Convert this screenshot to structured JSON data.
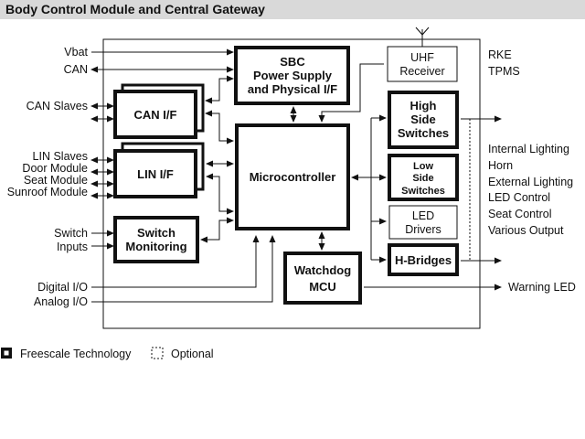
{
  "title": "Body Control Module and Central Gateway",
  "inputs": {
    "vbat": "Vbat",
    "can": "CAN",
    "can_slaves": "CAN Slaves",
    "lin_slaves": "LIN Slaves",
    "door_module": "Door Module",
    "seat_module": "Seat Module",
    "sunroof_module": "Sunroof Module",
    "switch": "Switch",
    "inputs": "Inputs",
    "digital_io": "Digital I/O",
    "analog_io": "Analog I/O"
  },
  "blocks": {
    "sbc": [
      "SBC",
      "Power Supply",
      "and Physical I/F"
    ],
    "can_if": "CAN I/F",
    "lin_if": "LIN I/F",
    "switch_monitoring": [
      "Switch",
      "Monitoring"
    ],
    "microcontroller": "Microcontroller",
    "watchdog": [
      "Watchdog",
      "MCU"
    ],
    "uhf": [
      "UHF",
      "Receiver"
    ],
    "high_side": [
      "High",
      "Side",
      "Switches"
    ],
    "low_side": [
      "Low",
      "Side",
      "Switches"
    ],
    "led_drivers": [
      "LED",
      "Drivers"
    ],
    "h_bridges": "H-Bridges"
  },
  "outputs": {
    "rke": "RKE",
    "tpms": "TPMS",
    "internal_lighting": "Internal Lighting",
    "horn": "Horn",
    "external_lighting": "External Lighting",
    "led_control": "LED Control",
    "seat_control": "Seat Control",
    "various_output": "Various Output",
    "warning_led": "Warning LED"
  },
  "legend": {
    "freescale": "Freescale Technology",
    "optional": "Optional"
  }
}
